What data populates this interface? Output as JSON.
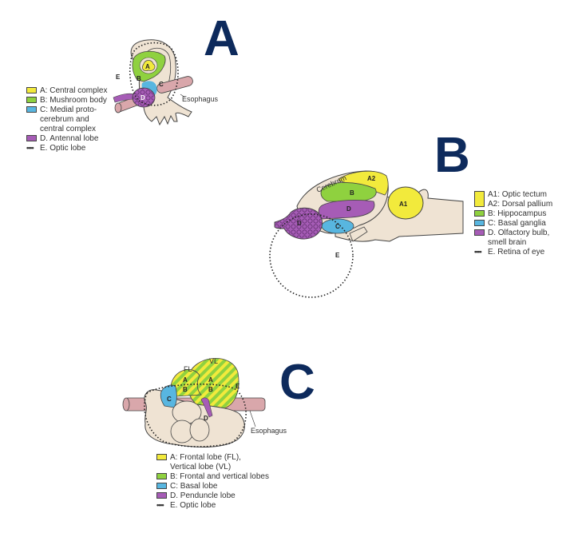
{
  "colors": {
    "yellow": "#f2ea3c",
    "green": "#8fd13f",
    "blue": "#58b6e0",
    "purple": "#a65cb6",
    "tissue": "#efe3d3",
    "esophagus": "#d9a7ab",
    "title": "#0d2a5c"
  },
  "panels": {
    "A": {
      "letter": "A",
      "labels": {
        "a": "A",
        "b": "B",
        "c": "C",
        "d": "D",
        "e": "E",
        "esophagus": "Esophagus"
      },
      "legend": [
        {
          "swatch": "yellow",
          "text": "A: Central complex"
        },
        {
          "swatch": "green",
          "text": "B: Mushroom body"
        },
        {
          "swatch": "blue",
          "text": "C: Medial proto-",
          "cont": [
            "cerebrum and",
            "central complex"
          ]
        },
        {
          "swatch": "purple",
          "text": "D. Antennal lobe"
        },
        {
          "swatch": "dots",
          "text": "E. Optic lobe"
        }
      ]
    },
    "B": {
      "letter": "B",
      "labels": {
        "cerebrum": "Cerebrum",
        "a1": "A1",
        "a2": "A2",
        "b": "B",
        "c": "C",
        "d1": "D",
        "d2": "D",
        "e": "E"
      },
      "legend": [
        {
          "swatch": "yellow",
          "text": "A1: Optic tectum"
        },
        {
          "swatch": "none",
          "text": "A2: Dorsal pallium"
        },
        {
          "swatch": "green",
          "text": "B: Hippocampus"
        },
        {
          "swatch": "blue",
          "text": "C: Basal ganglia"
        },
        {
          "swatch": "purple",
          "text": "D. Olfactory bulb,",
          "cont": [
            "smell brain"
          ]
        },
        {
          "swatch": "dots",
          "text": "E. Retina of eye"
        }
      ]
    },
    "C": {
      "letter": "C",
      "labels": {
        "fl": "FL",
        "vl": "VL",
        "a1": "A",
        "a2": "A",
        "b1": "B",
        "b2": "B",
        "c": "C",
        "d": "D",
        "e": "E",
        "esophagus": "Esophagus"
      },
      "legend": [
        {
          "swatch": "yellow",
          "text": "A: Frontal lobe (FL),",
          "cont": [
            "Vertical lobe (VL)"
          ]
        },
        {
          "swatch": "green",
          "text": "B: Frontal and vertical lobes"
        },
        {
          "swatch": "blue",
          "text": "C: Basal lobe"
        },
        {
          "swatch": "purple",
          "text": "D. Penduncle lobe"
        },
        {
          "swatch": "dots",
          "text": "E. Optic lobe"
        }
      ]
    }
  }
}
